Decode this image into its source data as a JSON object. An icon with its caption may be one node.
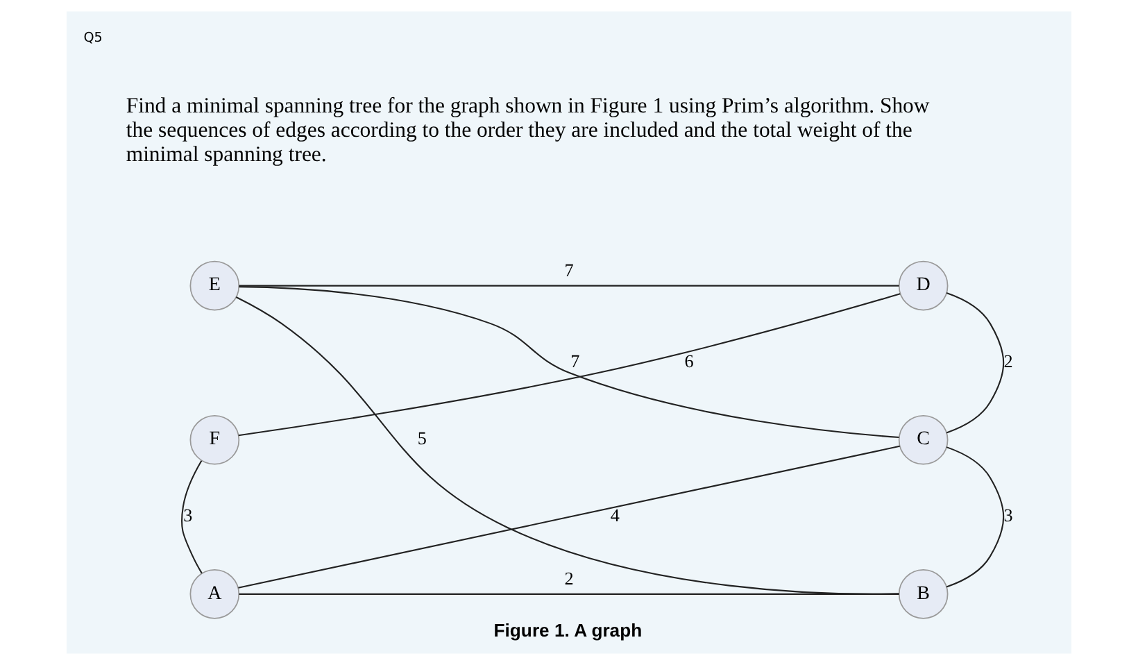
{
  "diagram": {
    "caption": "Figure 1. A graph",
    "nodes": [
      {
        "text": [
          "E"
        ]
      },
      {
        "text": [
          "D"
        ]
      },
      {
        "text": [
          "F"
        ]
      },
      {
        "text": [
          "C"
        ]
      },
      {
        "text": [
          "A"
        ]
      },
      {
        "text": [
          "B"
        ]
      }
    ],
    "edges": [
      {
        "from": 0,
        "to": 1,
        "arrow": "none",
        "label": "7"
      },
      {
        "from": 0,
        "to": 5,
        "arrow": "none",
        "label": "5"
      },
      {
        "from": 0,
        "to": 3,
        "arrow": "none",
        "label": "7"
      },
      {
        "from": 1,
        "to": 2,
        "arrow": "none",
        "label": "6"
      },
      {
        "from": 1,
        "to": 3,
        "arrow": "none",
        "label": "2"
      },
      {
        "from": 2,
        "to": 4,
        "arrow": "none",
        "label": "3"
      },
      {
        "from": 3,
        "to": 4,
        "arrow": "none",
        "label": "4"
      },
      {
        "from": 4,
        "to": 5,
        "arrow": "none",
        "label": "2"
      },
      {
        "from": 3,
        "to": 5,
        "arrow": "none",
        "label": "3"
      }
    ],
    "labels": [
      "Q5",
      "Find a minimal spanning tree for the graph shown in Figure 1 using Prim’s algorithm. Show the sequences of edges according to the order they are included and the total weight of the minimal spanning tree."
    ]
  }
}
